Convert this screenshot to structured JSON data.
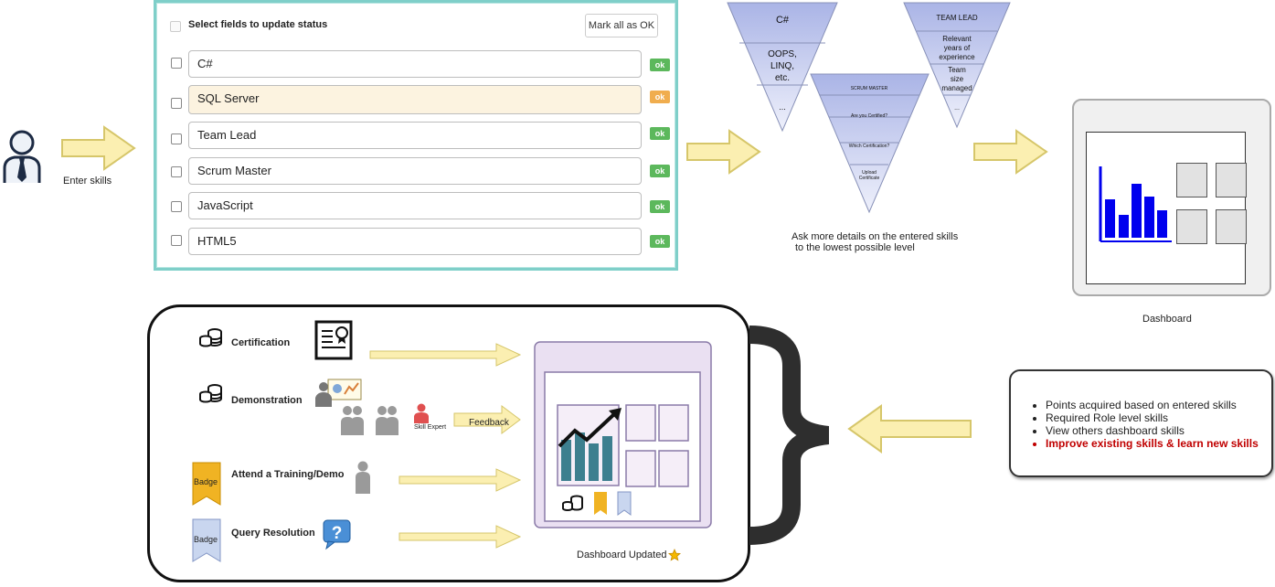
{
  "user": {
    "caption": "Enter skills"
  },
  "skills_panel": {
    "title": "Select fields to update status",
    "mark_all_label": "Mark all as OK",
    "rows": [
      {
        "label": "C#",
        "status": "ok",
        "color": "#5cb85c"
      },
      {
        "label": "SQL Server",
        "status": "ok",
        "color": "#f0ad4e"
      },
      {
        "label": "Team Lead",
        "status": "ok",
        "color": "#5cb85c"
      },
      {
        "label": "Scrum Master",
        "status": "ok",
        "color": "#5cb85c"
      },
      {
        "label": "JavaScript",
        "status": "ok",
        "color": "#5cb85c"
      },
      {
        "label": "HTML5",
        "status": "ok",
        "color": "#5cb85c"
      }
    ]
  },
  "funnels": {
    "csharp": [
      "C#",
      "OOPS,",
      "LINQ,",
      "etc.",
      "..."
    ],
    "teamlead": [
      "TEAM LEAD",
      "Relevant",
      "years of",
      "experience",
      "Team",
      "size",
      "managed",
      "..."
    ],
    "scrum": [
      "SCRUM MASTER",
      "Are you Certified?",
      "Which Certification?",
      "Upload",
      "Certificate"
    ],
    "caption_line1": "Ask more details on the entered skills",
    "caption_line2": "to the lowest possible level"
  },
  "dashboard": {
    "caption": "Dashboard"
  },
  "activities": {
    "certification": "Certification",
    "demonstration": "Demonstration",
    "skill_expert": "Skill Expert",
    "feedback": "Feedback",
    "training": "Attend a Training/Demo",
    "query": "Query Resolution",
    "badge": "Badge",
    "dashboard_updated": "Dashboard Updated"
  },
  "info": {
    "items": [
      "Points acquired based on entered skills",
      "Required Role level skills",
      "View others dashboard skills"
    ],
    "highlight": "Improve existing skills & learn new skills",
    "highlight_color": "#c00000"
  },
  "colors": {
    "arrow_fill": "#fbefb1",
    "arrow_stroke": "#d6c66a",
    "funnel_top": "#9aa8e0",
    "bar_blue": "#0000ee",
    "dash_bar": "#3d7f8f"
  }
}
